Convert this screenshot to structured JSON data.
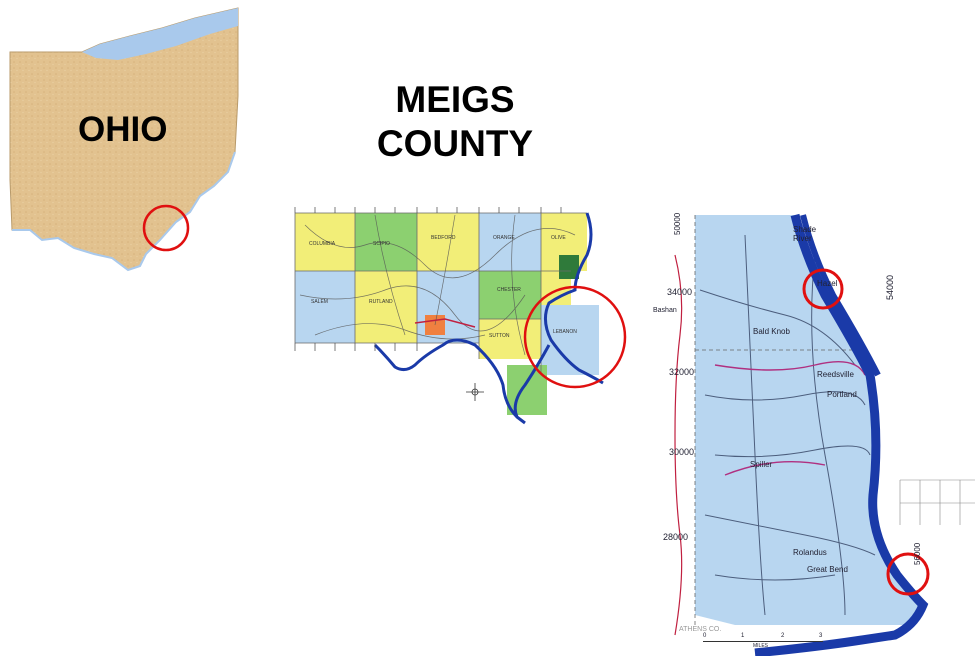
{
  "titles": {
    "state": "OHIO",
    "county_line1": "MEIGS",
    "county_line2": "COUNTY"
  },
  "colors": {
    "ohio_land": "#e2c28f",
    "lake_erie": "#a9c9ec",
    "river": "#1a3aa8",
    "highlight_circle": "#e01010",
    "county_blue": "#b8d6f0",
    "county_yellow": "#f2ee78",
    "county_green": "#8cd070",
    "road_red": "#c02040",
    "road_magenta": "#b03080"
  },
  "county_map": {
    "townships": [
      "COLUMBIA",
      "SCIPIO",
      "BEDFORD",
      "ORANGE",
      "OLIVE",
      "SALEM",
      "RUTLAND",
      "CHESTER",
      "SUTTON",
      "LEBANON"
    ]
  },
  "detail_map": {
    "river_label": "Shade River",
    "places": [
      "Hazel",
      "Bashan",
      "Bald Knob",
      "Reedsville",
      "Portland",
      "Spiller",
      "Rolandus",
      "Great Bend"
    ],
    "y_coords": [
      "34000",
      "32000",
      "30000",
      "28000"
    ],
    "x_coords": [
      "50000",
      "54000",
      "56000"
    ],
    "county_label": "ATHENS CO.",
    "scale_ticks": [
      "0",
      "1",
      "2",
      "3"
    ],
    "scale_unit": "MILES"
  }
}
